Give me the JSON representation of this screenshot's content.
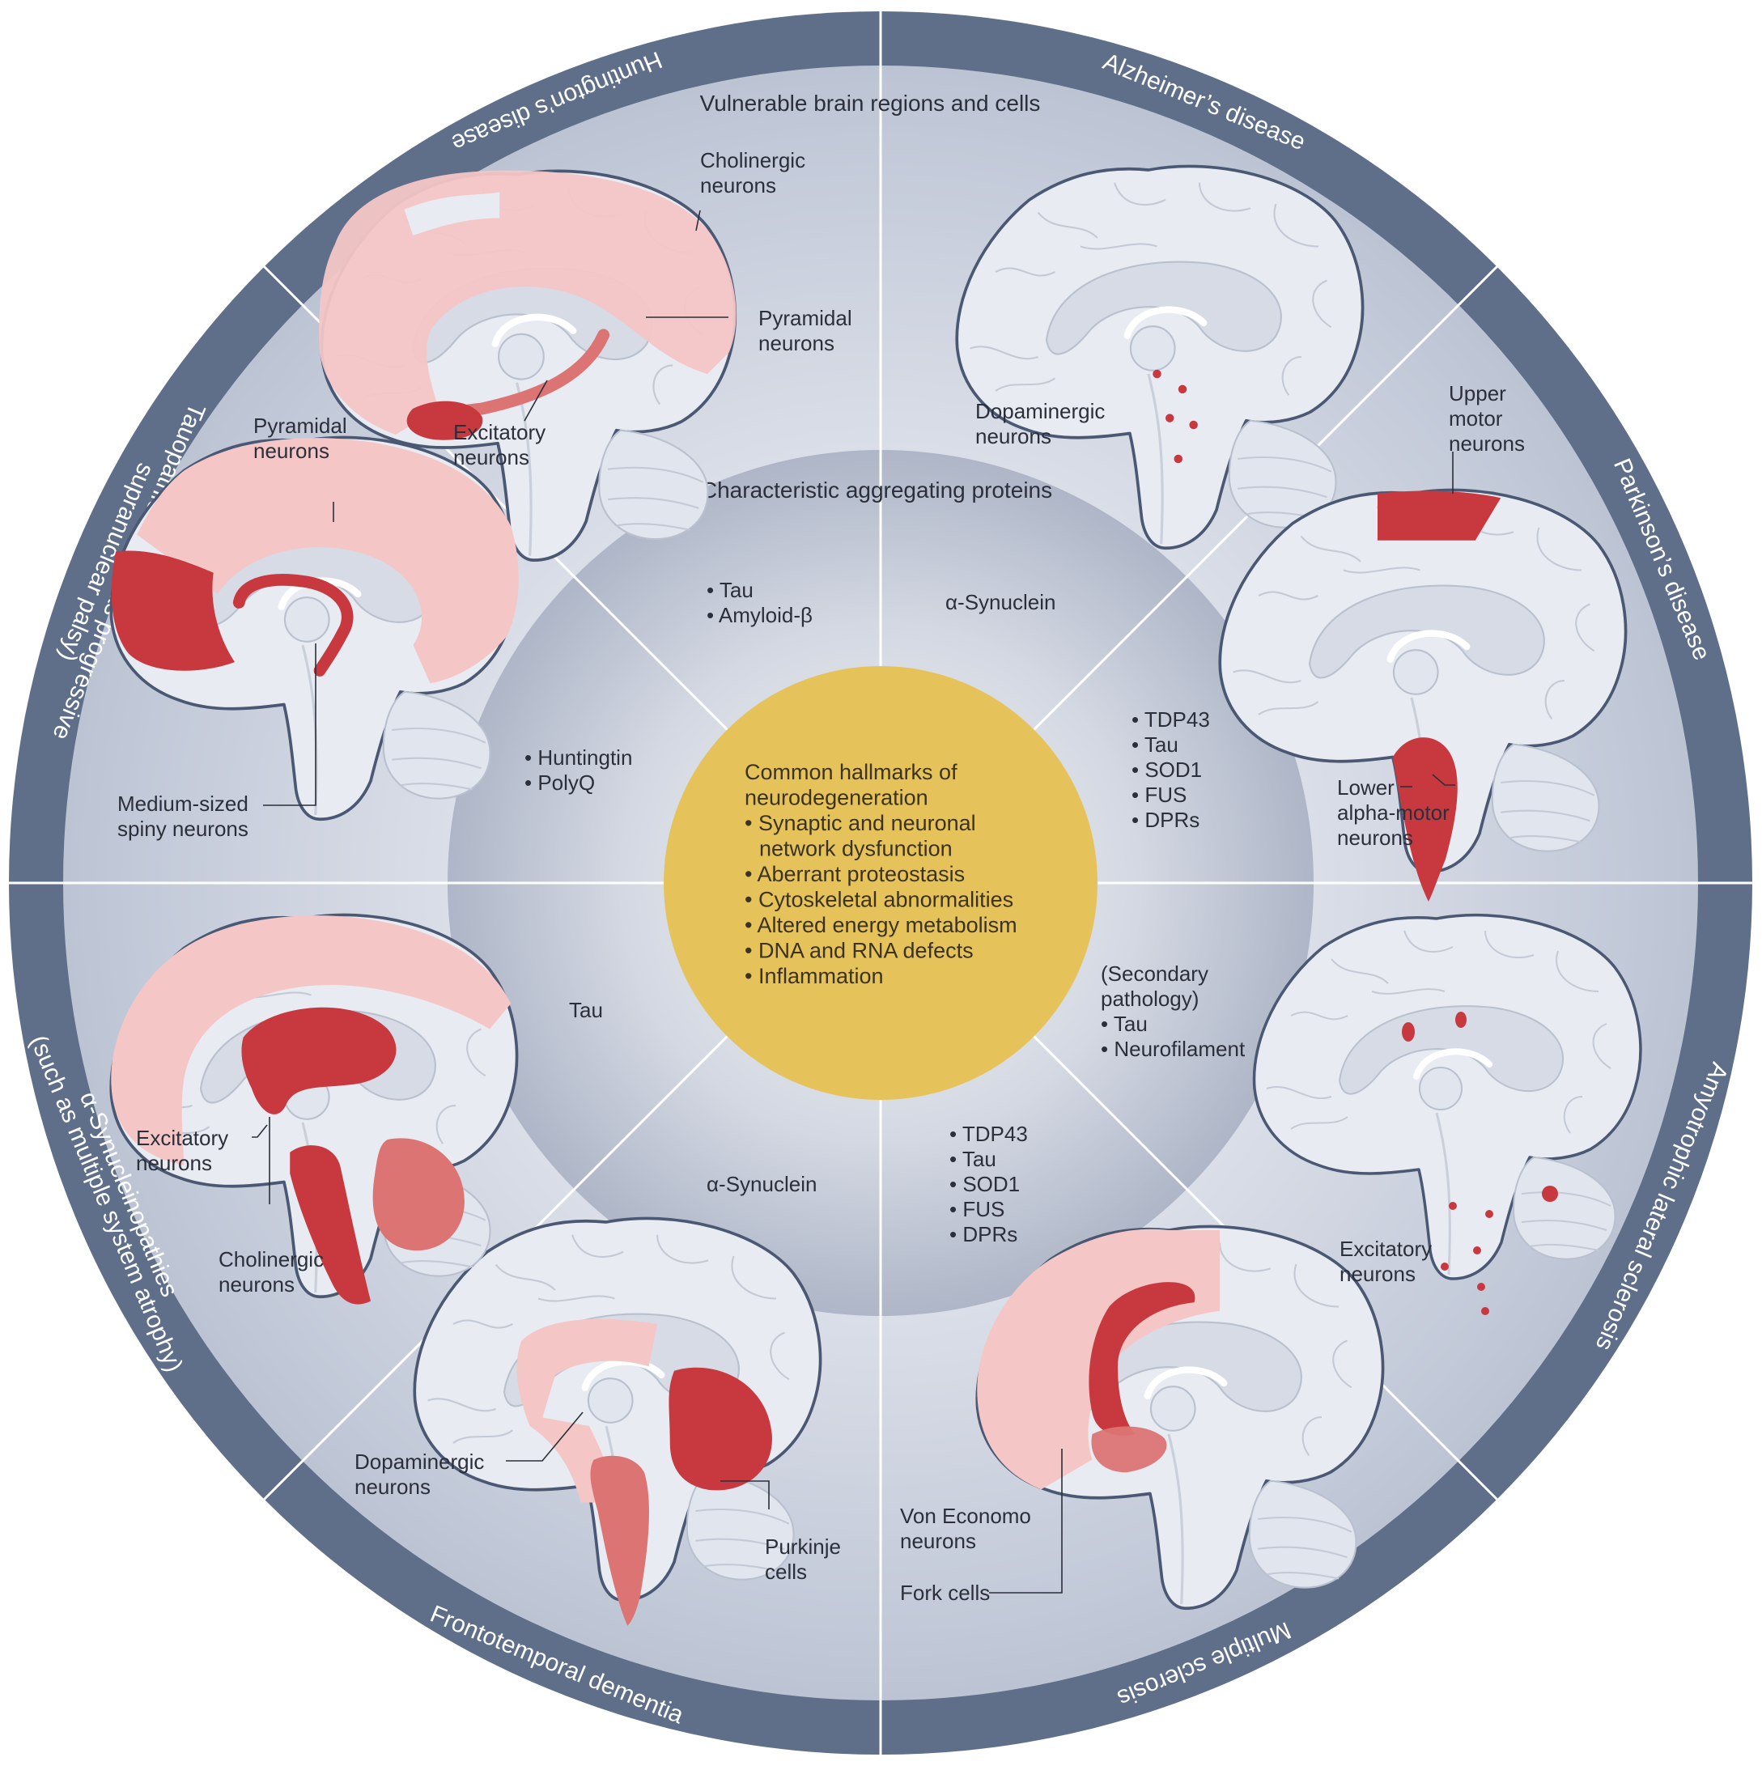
{
  "center": {
    "heading": [
      "Common hallmarks of",
      "neurodegeneration"
    ],
    "items": [
      [
        "• Synaptic and neuronal",
        "network dysfunction"
      ],
      [
        "• Aberrant proteostasis"
      ],
      [
        "• Cytoskeletal  abnormalities"
      ],
      [
        "• Altered energy metabolism"
      ],
      [
        "• DNA and RNA defects"
      ],
      [
        "• Inflammation"
      ]
    ]
  },
  "arc_labels": {
    "vulnerable": "Vulnerable brain regions and cells",
    "proteins": "Characteristic aggregating proteins"
  },
  "diseases": {
    "alzheimers": {
      "ring_lines": [
        "Alzheimer’s disease"
      ],
      "proteins": [
        "• Tau",
        "• Amyloid-β"
      ],
      "labels": {
        "cholinergic": [
          "Cholinergic",
          "neurons"
        ],
        "pyramidal": [
          "Pyramidal",
          "neurons"
        ],
        "excitatory": [
          "Excitatory",
          "neurons"
        ]
      }
    },
    "parkinsons": {
      "ring_lines": [
        "Parkinson’s disease"
      ],
      "proteins": [
        "α-Synuclein"
      ],
      "labels": {
        "dopaminergic": [
          "Dopaminergic",
          "neurons"
        ]
      }
    },
    "als": {
      "ring_lines": [
        "Amyotrophic lateral sclerosis"
      ],
      "proteins": [
        "• TDP43",
        "• Tau",
        "• SOD1",
        "• FUS",
        "• DPRs"
      ],
      "labels": {
        "upper": [
          "Upper",
          "motor",
          "neurons"
        ],
        "lower": [
          "Lower",
          "alpha-motor",
          "neurons"
        ]
      }
    },
    "ms": {
      "ring_lines": [
        "Multiple sclerosis"
      ],
      "proteins": [
        "(Secondary",
        "pathology)",
        "• Tau",
        "• Neurofilament"
      ],
      "labels": {
        "excitatory": [
          "Excitatory",
          "neurons"
        ]
      }
    },
    "ftd": {
      "ring_lines": [
        "Frontotemporal dementia"
      ],
      "proteins": [
        "• TDP43",
        "• Tau",
        "• SOD1",
        "• FUS",
        "• DPRs"
      ],
      "labels": {
        "von_economo": [
          "Von Economo",
          "neurons"
        ],
        "fork": [
          "Fork cells"
        ]
      }
    },
    "synucleinopathies": {
      "ring_lines": [
        "α-Synucleinopathies",
        "(such as multiple system atrophy)"
      ],
      "proteins": [
        "α-Synuclein"
      ],
      "labels": {
        "dopaminergic": [
          "Dopaminergic",
          "neurons"
        ],
        "purkinje": [
          "Purkinje",
          "cells"
        ]
      }
    },
    "tauopathies": {
      "ring_lines": [
        "Tauopathies  (such as progressive",
        "supranuclear palsy)"
      ],
      "proteins": [
        "Tau"
      ],
      "labels": {
        "excitatory": [
          "Excitatory",
          "neurons"
        ],
        "cholinergic": [
          "Cholinergic",
          "neurons"
        ]
      }
    },
    "huntingtons": {
      "ring_lines": [
        "Huntington’s disease"
      ],
      "proteins": [
        "• Huntingtin",
        "• PolyQ"
      ],
      "labels": {
        "pyramidal": [
          "Pyramidal",
          "neurons"
        ],
        "msn": [
          "Medium-sized",
          "spiny neurons"
        ]
      }
    }
  },
  "colors": {
    "outer_ring": "#5f6f8a",
    "panel": "#ccd2de",
    "inner": "#bac1d0",
    "core": "#e6c35a",
    "brain": "#e8ebf1",
    "brain_outline": "#4a5873",
    "light_red": "#f4c6c6",
    "mid_red": "#dc7474",
    "dark_red": "#c8393f"
  }
}
